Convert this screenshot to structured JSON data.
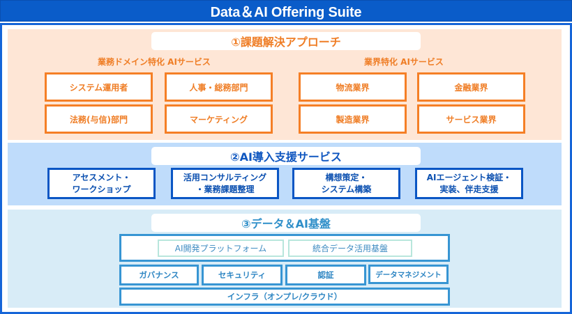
{
  "header": {
    "title": "Data＆AI Offering Suite"
  },
  "colors": {
    "header_bg": "#0a5cc9",
    "frame_border": "#1565d8",
    "section1_bg": "#fee6d6",
    "section1_accent": "#f57f26",
    "section2_bg": "#bfdcfb",
    "section2_accent": "#0a56c4",
    "section3_bg": "#d8ecf7",
    "section3_accent": "#3795d3",
    "section3_inner_border": "#b8e6dc"
  },
  "sections": [
    {
      "title": "①課題解決アプローチ",
      "groups": [
        {
          "label": "業務ドメイン特化 AIサービス",
          "items": [
            "システム運用者",
            "人事・総務部門",
            "法務(与信)部門",
            "マーケティング"
          ]
        },
        {
          "label": "業界特化 AIサービス",
          "items": [
            "物流業界",
            "金融業界",
            "製造業界",
            "サービス業界"
          ]
        }
      ]
    },
    {
      "title": "②AI導入支援サービス",
      "items": [
        {
          "line1": "アセスメント・",
          "line2": "ワークショップ"
        },
        {
          "line1": "活用コンサルティング",
          "line2": "・業務課題整理"
        },
        {
          "line1": "構想策定・",
          "line2": "システム構築"
        },
        {
          "line1": "AIエージェント検証・",
          "line2": "実装、伴走支援"
        }
      ]
    },
    {
      "title": "③データ＆AI基盤",
      "platforms": [
        "AI開発プラットフォーム",
        "統合データ活用基盤"
      ],
      "components": [
        "ガバナンス",
        "セキュリティ",
        "認証",
        "データマネジメント"
      ],
      "infra": "インフラ（オンプレ/クラウド）"
    }
  ]
}
